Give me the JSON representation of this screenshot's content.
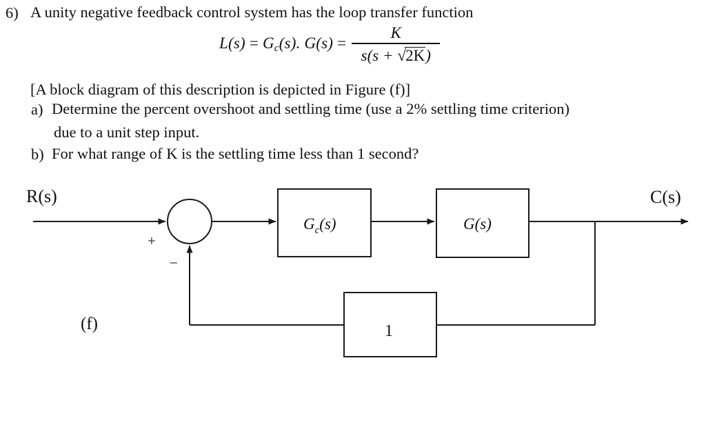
{
  "problem": {
    "number": "6)",
    "stem": "A unity negative feedback control system has the loop transfer function",
    "note": "[A block diagram of this description is depicted in Figure (f)]",
    "parts": [
      {
        "marker": "a)",
        "line1": "Determine the percent overshoot and settling time (use a 2% settling time criterion)",
        "line2": "due to a unit step input."
      },
      {
        "marker": "b)",
        "line1": "For what range of K is the settling time less than 1 second?",
        "line2": ""
      }
    ]
  },
  "equation": {
    "lhs_L": "L",
    "lhs_paren_s": "(s)",
    "equals": "=",
    "gc": "G",
    "gc_sub": "c",
    "gc_arg": "(s).",
    "g": "G",
    "g_arg": "(s)",
    "equals2": "=",
    "numerator": "K",
    "denominator_prefix": "s(s + ",
    "radical_glyph": "√",
    "radical_body": "2K",
    "denominator_suffix": ")"
  },
  "diagram": {
    "figure_label": "(f)",
    "input_label": "R(s)",
    "output_label": "C(s)",
    "sum_plus": "+",
    "sum_minus": "−",
    "blocks": [
      {
        "id": "controller",
        "label": "G",
        "sub": "c",
        "arg": "(s)"
      },
      {
        "id": "plant",
        "label": "G",
        "sub": "",
        "arg": "(s)"
      },
      {
        "id": "feedback",
        "label": "1",
        "sub": "",
        "arg": ""
      }
    ]
  },
  "colors": {
    "ink": "#101010",
    "line": "#1a1a1a",
    "paper": "#ffffff"
  }
}
